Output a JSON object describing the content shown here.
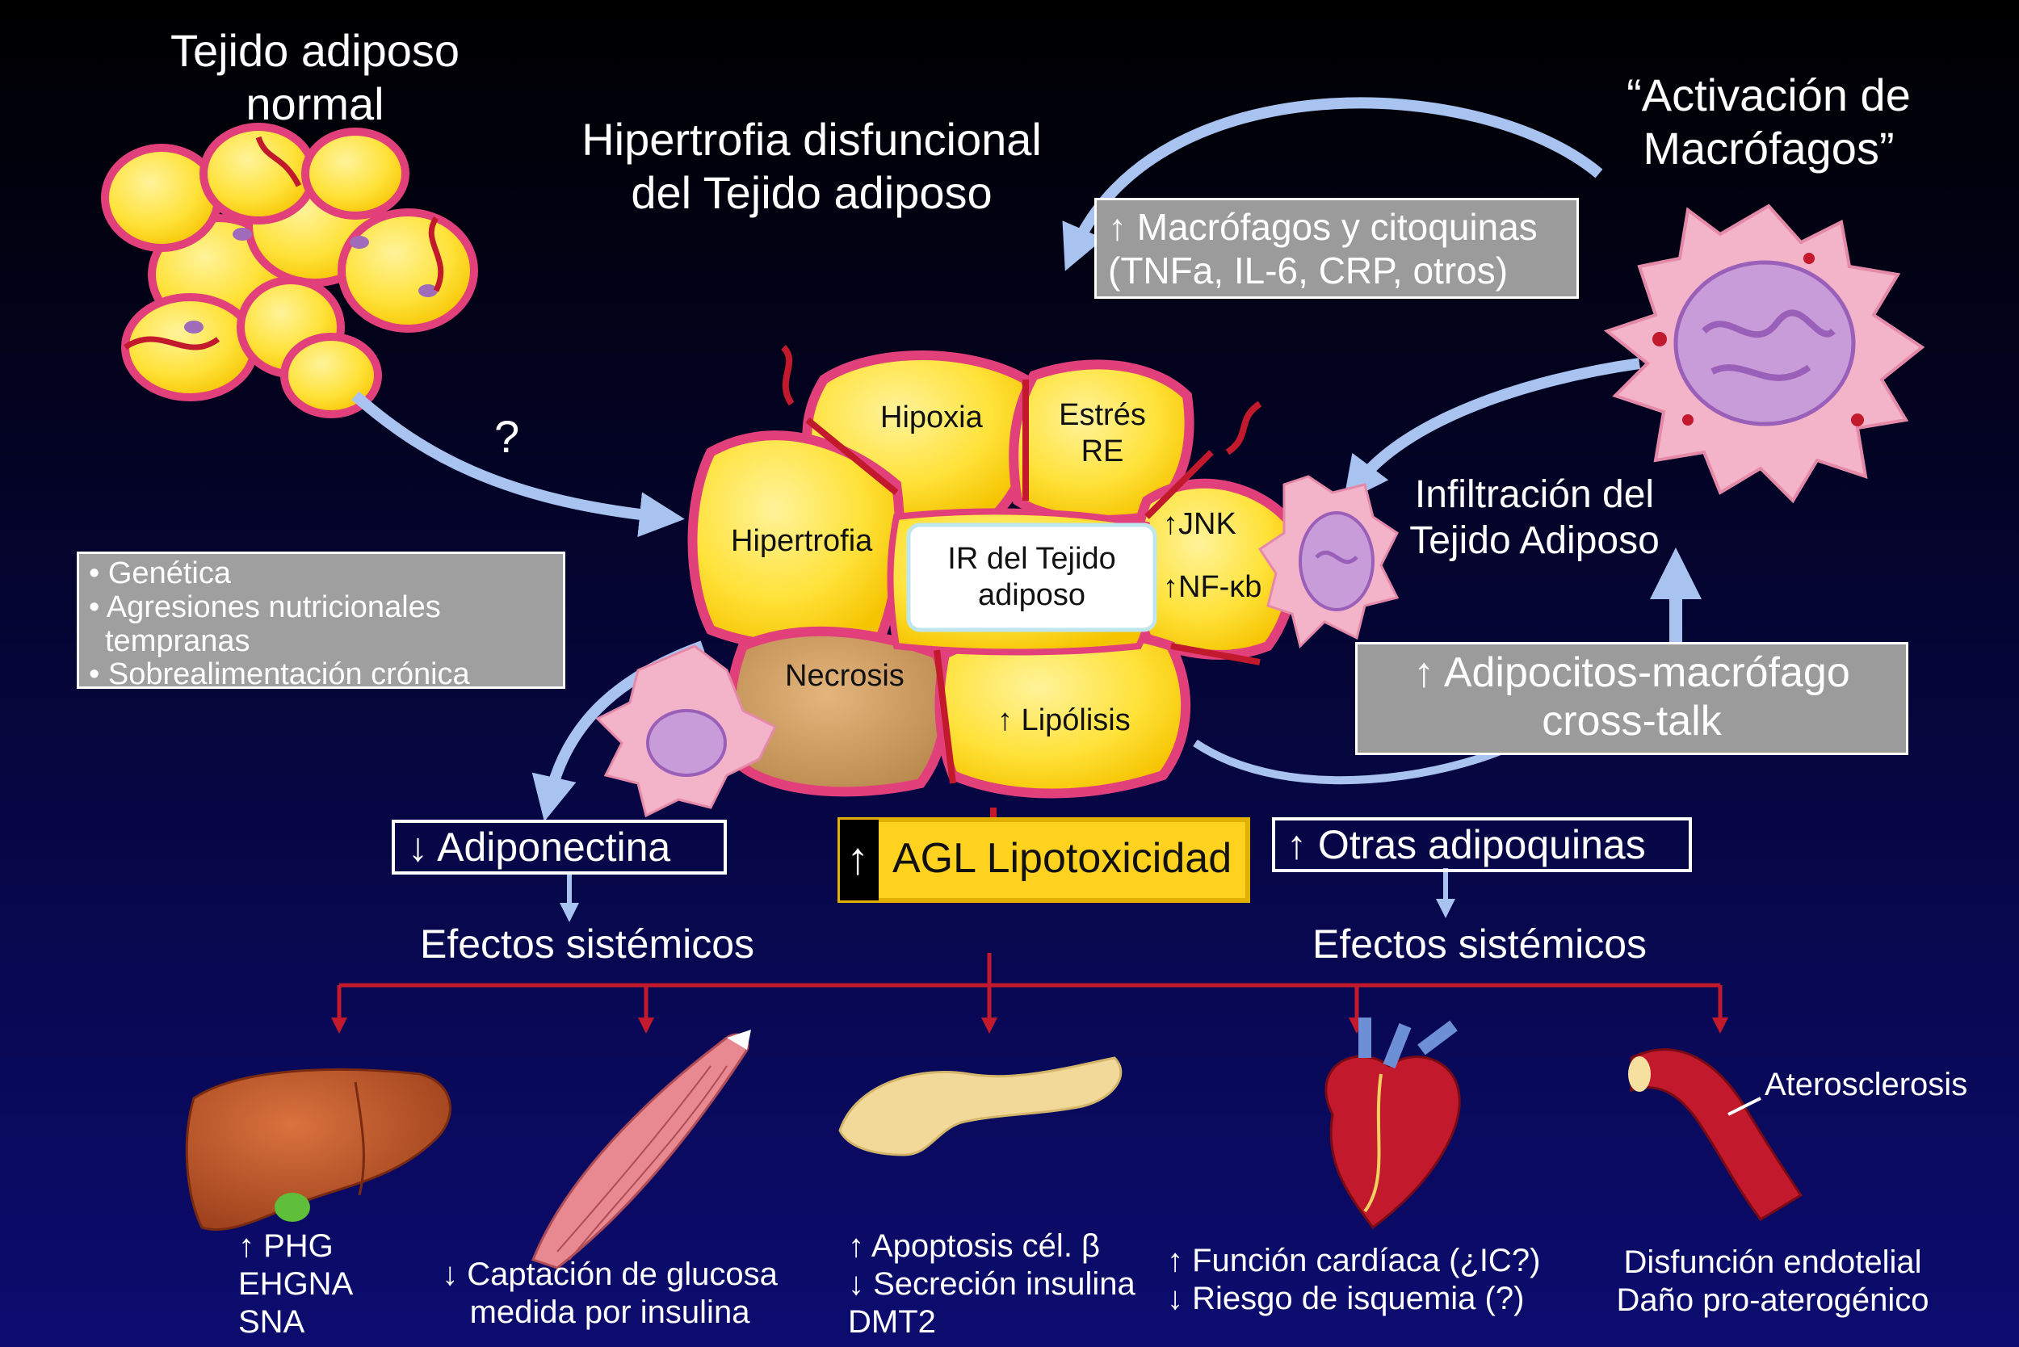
{
  "title_normal": [
    "Tejido adiposo",
    "normal"
  ],
  "title_hipertrofia": [
    "Hipertrofia disfuncional",
    "del Tejido adiposo"
  ],
  "title_macrofagos": [
    "“Activación de",
    "Macrófagos”"
  ],
  "cytokines_box": [
    "↑ Macrófagos y citoquinas",
    "(TNFa, IL-6, CRP, otros)"
  ],
  "question_mark": "?",
  "causes": [
    "Genética",
    "Agresiones nutricionales",
    "tempranas",
    "Sobrealimentación crónica"
  ],
  "cells": {
    "hipoxia": "Hipoxia",
    "estres": [
      "Estrés",
      "RE"
    ],
    "hipertrofia": "Hipertrofia",
    "jnk": "↑JNK",
    "nfkb": "↑NF-κb",
    "necrosis": "Necrosis",
    "lipolisis": "↑ Lipólisis",
    "center": [
      "IR del Tejido",
      "adiposo"
    ]
  },
  "infiltracion": [
    "Infiltración del",
    "Tejido Adiposo"
  ],
  "crosstalk": [
    "↑ Adipocitos-macrófago",
    "cross-talk"
  ],
  "adiponectina": "↓ Adiponectina",
  "agl": {
    "arrow": "↑",
    "label": "AGL Lipotoxicidad"
  },
  "otras": "↑ Otras adipoquinas",
  "efectos_left": "Efectos sistémicos",
  "efectos_right": "Efectos sistémicos",
  "organs": {
    "liver": [
      "↑ PHG",
      "EHGNA",
      "SNA"
    ],
    "muscle": [
      "↓ Captación de glucosa",
      "medida por insulina"
    ],
    "pancreas": [
      "↑ Apoptosis cél. β",
      "↓ Secreción insulina",
      "DMT2"
    ],
    "heart": [
      "↑ Función cardíaca (¿IC?)",
      "↓ Riesgo de isquemia (?)"
    ],
    "vessel_label": "Aterosclerosis",
    "vessel": [
      "Disfunción endotelial",
      "Daño pro-aterogénico"
    ]
  },
  "colors": {
    "fat": "#ffe23a",
    "cell_border": "#e2407a",
    "vessel": "#c21a2c",
    "arrow": "#a9c3f0",
    "gray_box": "#9b9b9b",
    "agl_box": "#ffd21f",
    "liver": "#c0562a",
    "macrophage": "#f3b3c8"
  }
}
